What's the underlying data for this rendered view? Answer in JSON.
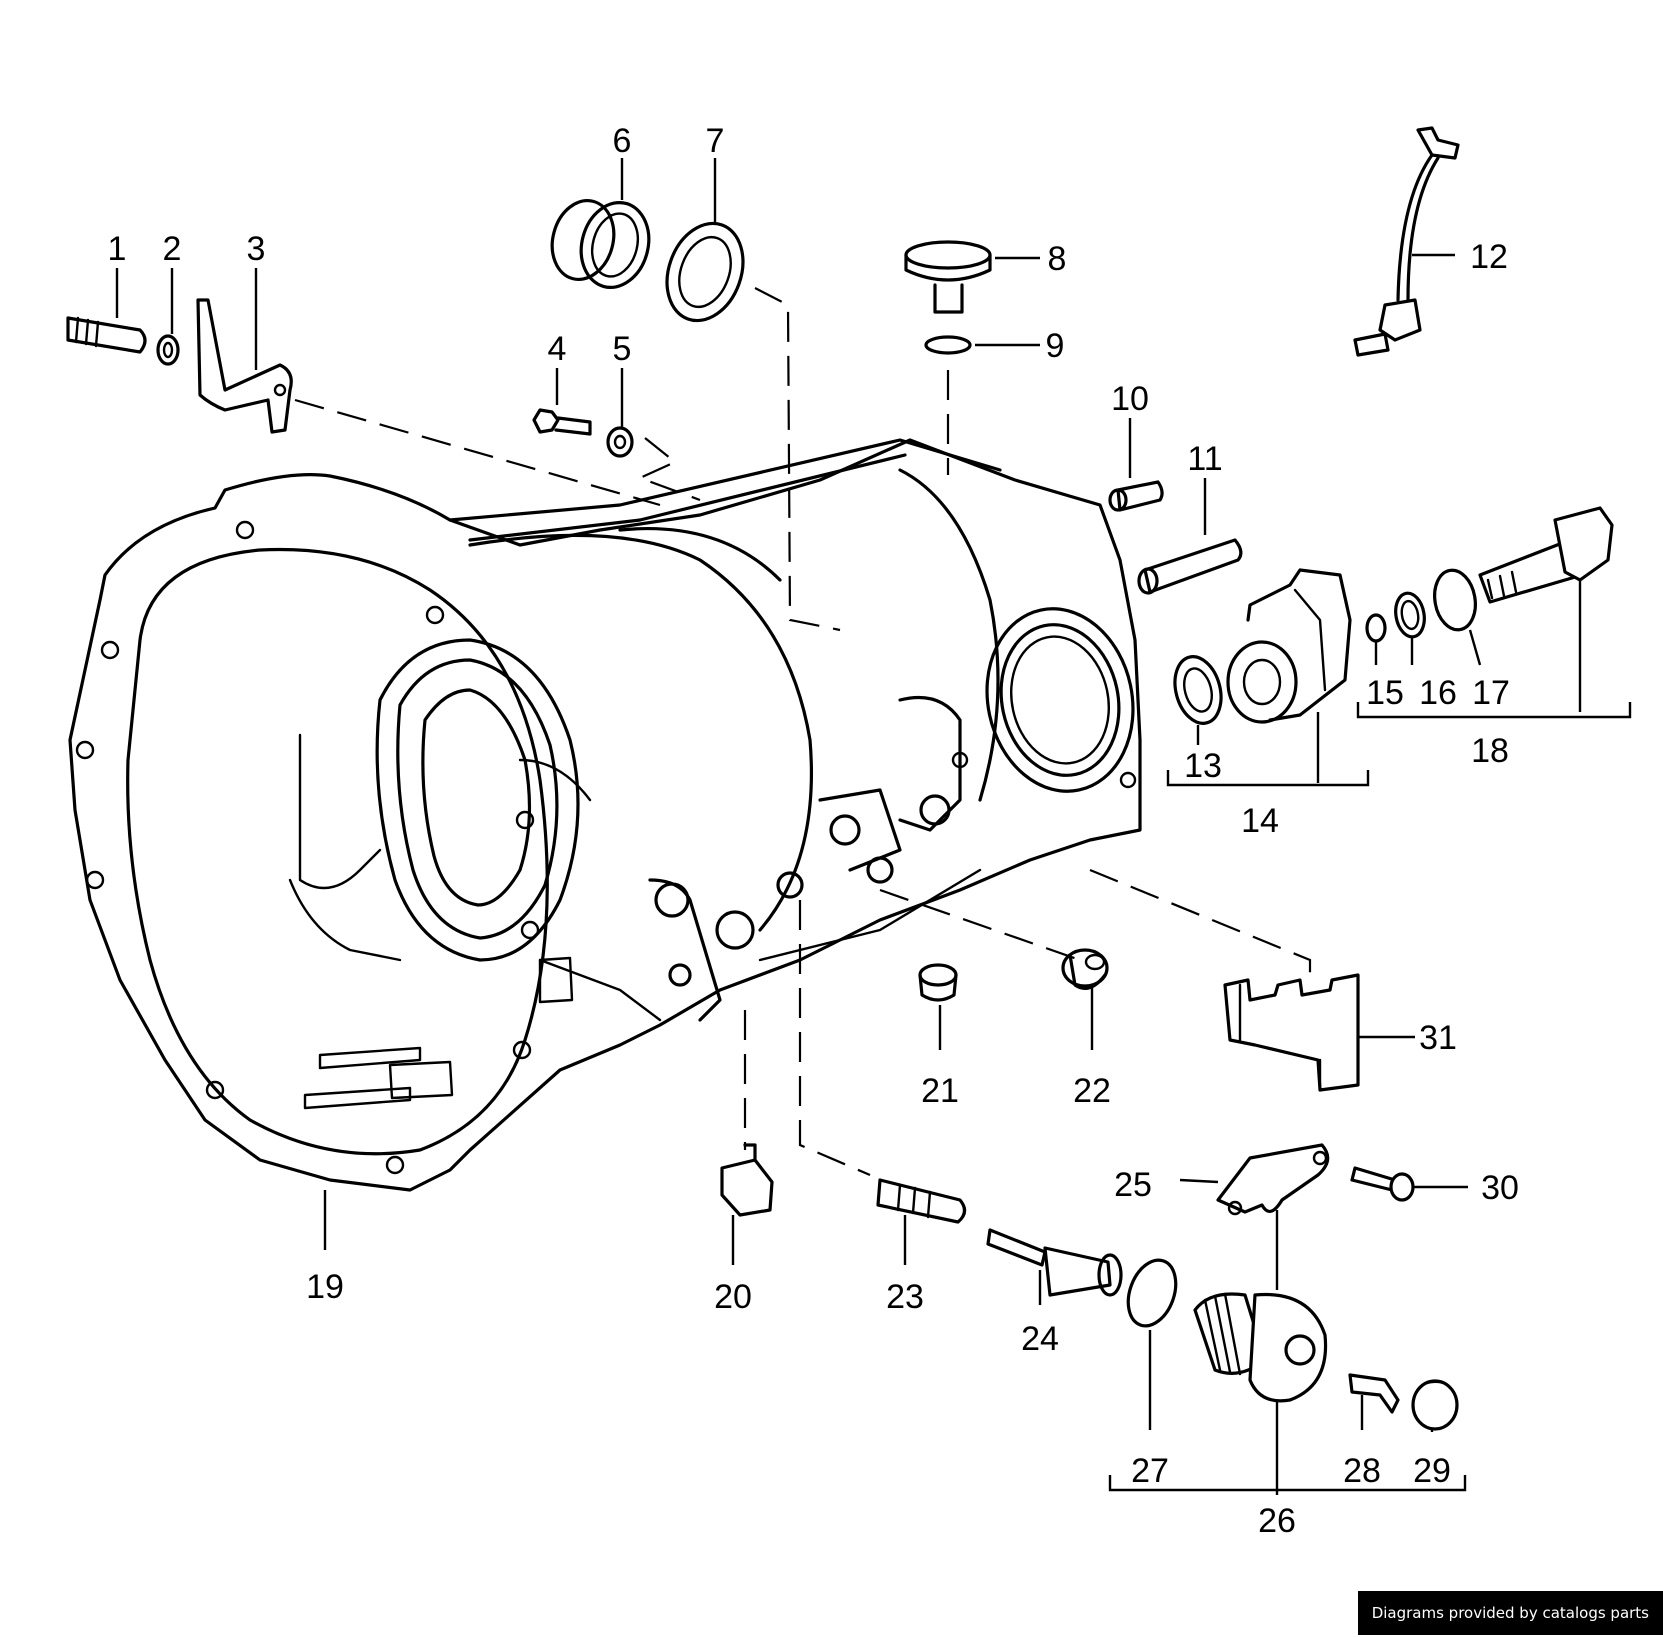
{
  "diagram": {
    "callouts": [
      {
        "id": "1",
        "label": "1"
      },
      {
        "id": "2",
        "label": "2"
      },
      {
        "id": "3",
        "label": "3"
      },
      {
        "id": "4",
        "label": "4"
      },
      {
        "id": "5",
        "label": "5"
      },
      {
        "id": "6",
        "label": "6"
      },
      {
        "id": "7",
        "label": "7"
      },
      {
        "id": "8",
        "label": "8"
      },
      {
        "id": "9",
        "label": "9"
      },
      {
        "id": "10",
        "label": "10"
      },
      {
        "id": "11",
        "label": "11"
      },
      {
        "id": "12",
        "label": "12"
      },
      {
        "id": "13",
        "label": "13"
      },
      {
        "id": "14",
        "label": "14"
      },
      {
        "id": "15",
        "label": "15"
      },
      {
        "id": "16",
        "label": "16"
      },
      {
        "id": "17",
        "label": "17"
      },
      {
        "id": "18",
        "label": "18"
      },
      {
        "id": "19",
        "label": "19"
      },
      {
        "id": "20",
        "label": "20"
      },
      {
        "id": "21",
        "label": "21"
      },
      {
        "id": "22",
        "label": "22"
      },
      {
        "id": "23",
        "label": "23"
      },
      {
        "id": "24",
        "label": "24"
      },
      {
        "id": "25",
        "label": "25"
      },
      {
        "id": "26",
        "label": "26"
      },
      {
        "id": "27",
        "label": "27"
      },
      {
        "id": "28",
        "label": "28"
      },
      {
        "id": "29",
        "label": "29"
      },
      {
        "id": "30",
        "label": "30"
      },
      {
        "id": "31",
        "label": "31"
      }
    ]
  },
  "footer": {
    "credit": "Diagrams provided by catalogs parts"
  }
}
